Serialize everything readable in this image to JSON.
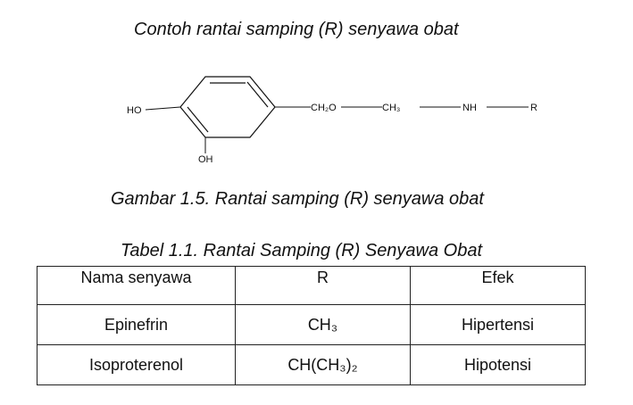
{
  "title": "Contoh rantai samping  (R) senyawa obat",
  "structure": {
    "label_ho": "HO",
    "label_oh": "OH",
    "label_ch2o": "CH₂O",
    "label_ch3": "CH₃",
    "label_nh": "NH",
    "label_r": "R"
  },
  "figure_caption": "Gambar 1.5. Rantai samping (R) senyawa obat",
  "table_caption": "Tabel 1.1. Rantai Samping (R) Senyawa Obat",
  "table": {
    "headers": [
      "Nama senyawa",
      "R",
      "Efek"
    ],
    "rows": [
      [
        "Epinefrin",
        "CH₃",
        "Hipertensi"
      ],
      [
        "Isoproterenol",
        "CH(CH₃)₂",
        "Hipotensi"
      ]
    ]
  }
}
